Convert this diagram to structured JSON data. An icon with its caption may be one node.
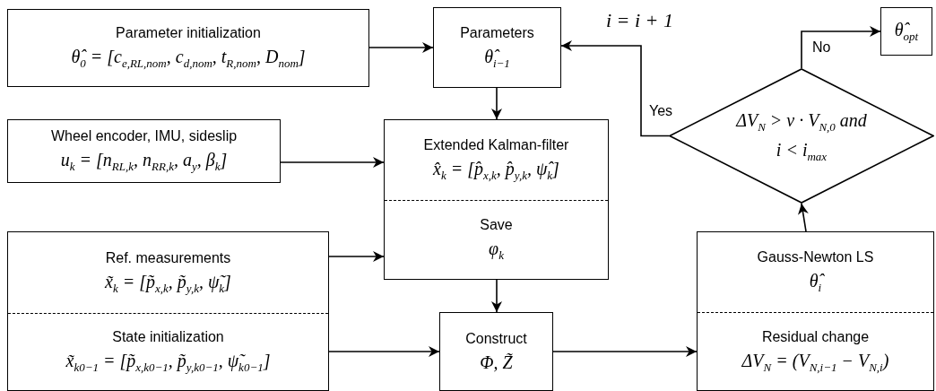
{
  "diagram": {
    "nodes": [
      {
        "text": [
          "Parameter initialization",
          "θ̂$_{0}$ = [c$_{e,RL,nom}$, c$_{d,nom}$, t$_{R,nom}$, D$_{nom}$]"
        ]
      },
      {
        "text": [
          "Parameters",
          "θ̂$_{i−1}$"
        ]
      },
      {
        "text": [
          "Wheel encoder, IMU, sideslip",
          "u$_{k}$ = [n$_{RL,k}$, n$_{RR,k}$, a$_{y}$, β$_{k}$]"
        ]
      },
      {
        "text": [
          "Extended Kalman-filter",
          "x̂$_{k}$ = [p̂$_{x,k}$, p̂$_{y,k}$, ψ̂$_{k}$]",
          "Save",
          "φ$_{k}$"
        ]
      },
      {
        "text": [
          "Ref. measurements",
          "x̃$_{k}$ = [p̃$_{x,k}$, p̃$_{y,k}$, ψ̃$_{k}$]",
          "State initialization",
          "x̃$_{k0−1}$ = [p̃$_{x,k0−1}$, p̃$_{y,k0−1}$, ψ̃$_{k0−1}$]"
        ]
      },
      {
        "text": [
          "Construct",
          "Φ, Z̃"
        ]
      },
      {
        "text": [
          "Gauss-Newton LS",
          "θ̂$_{i}$",
          "Residual change",
          "ΔV$_{N}$ = (V$_{N,i−1}$ − V$_{N,i}$)"
        ]
      },
      {
        "text": [
          "ΔV$_{N}$ > ν · V$_{N,0}$ and i < i$_{max}$"
        ]
      },
      {
        "text": [
          "θ̂$_{opt}$"
        ]
      }
    ],
    "edges": [
      {
        "from": 0,
        "to": 1,
        "arrow": "to"
      },
      {
        "from": 1,
        "to": 3,
        "arrow": "to"
      },
      {
        "from": 2,
        "to": 3,
        "arrow": "to"
      },
      {
        "from": 4,
        "to": 3,
        "arrow": "to"
      },
      {
        "from": 3,
        "to": 5,
        "arrow": "to"
      },
      {
        "from": 4,
        "to": 5,
        "arrow": "to"
      },
      {
        "from": 5,
        "to": 6,
        "arrow": "to"
      },
      {
        "from": 6,
        "to": 7,
        "arrow": "to"
      },
      {
        "from": 7,
        "to": 1,
        "arrow": "to",
        "label": "Yes"
      },
      {
        "from": 7,
        "to": 8,
        "arrow": "to",
        "label": "No"
      }
    ],
    "labels": [
      "i = i + 1"
    ]
  }
}
